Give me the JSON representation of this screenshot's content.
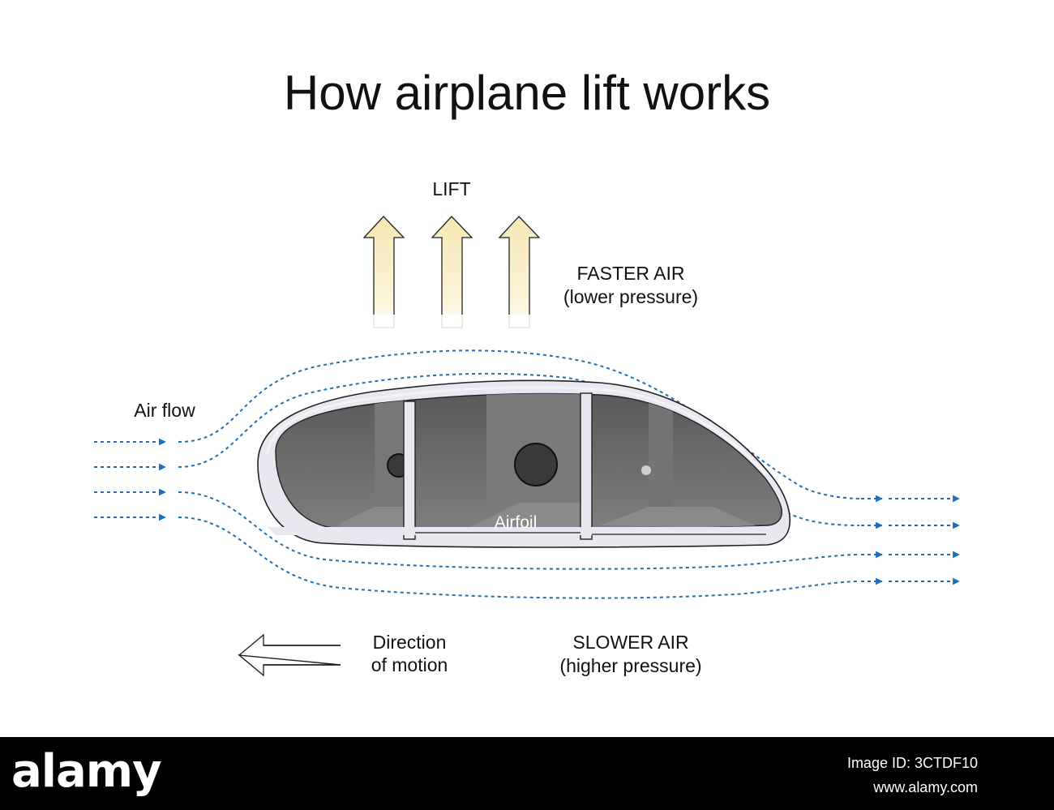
{
  "title": "How airplane lift works",
  "labels": {
    "lift": "LIFT",
    "faster_air": "FASTER AIR",
    "faster_air_sub": "(lower pressure)",
    "air_flow": "Air flow",
    "airfoil": "Airfoil",
    "direction_line1": "Direction",
    "direction_line2": "of motion",
    "slower_air": "SLOWER AIR",
    "slower_air_sub": "(higher pressure)"
  },
  "footer": {
    "brand": "alamy",
    "image_id": "Image ID: 3CTDF10",
    "site": "www.alamy.com"
  },
  "colors": {
    "flow_line": "#1f6fb5",
    "lift_arrow_top": "#f6e8b4",
    "airfoil_shell": "#e6e6ee",
    "airfoil_interior": "#6f6f6f",
    "footer_background": "#000000"
  }
}
